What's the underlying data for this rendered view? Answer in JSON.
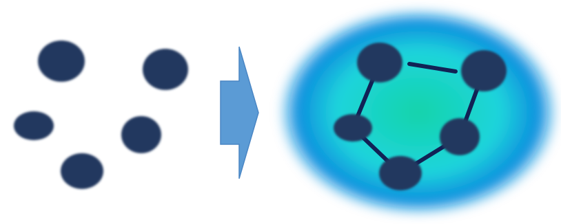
{
  "diagram": {
    "colors": {
      "node": "#22375f",
      "edge": "#112255",
      "arrow_fill": "#5b9bd5",
      "arrow_stroke": "#4a86c4",
      "halo_center": "#12d3aa",
      "halo_mid": "#1fd4dc",
      "halo_outer": "#0c90de",
      "background": "#ffffff"
    },
    "before": {
      "node_count": 5
    },
    "transition": {
      "icon": "right-arrow-icon"
    },
    "after": {
      "node_count": 5,
      "connections": [
        [
          "top-left",
          "top-right"
        ],
        [
          "top-left",
          "mid-left"
        ],
        [
          "top-right",
          "mid-right"
        ],
        [
          "mid-left",
          "bottom"
        ],
        [
          "mid-right",
          "bottom"
        ]
      ]
    }
  }
}
